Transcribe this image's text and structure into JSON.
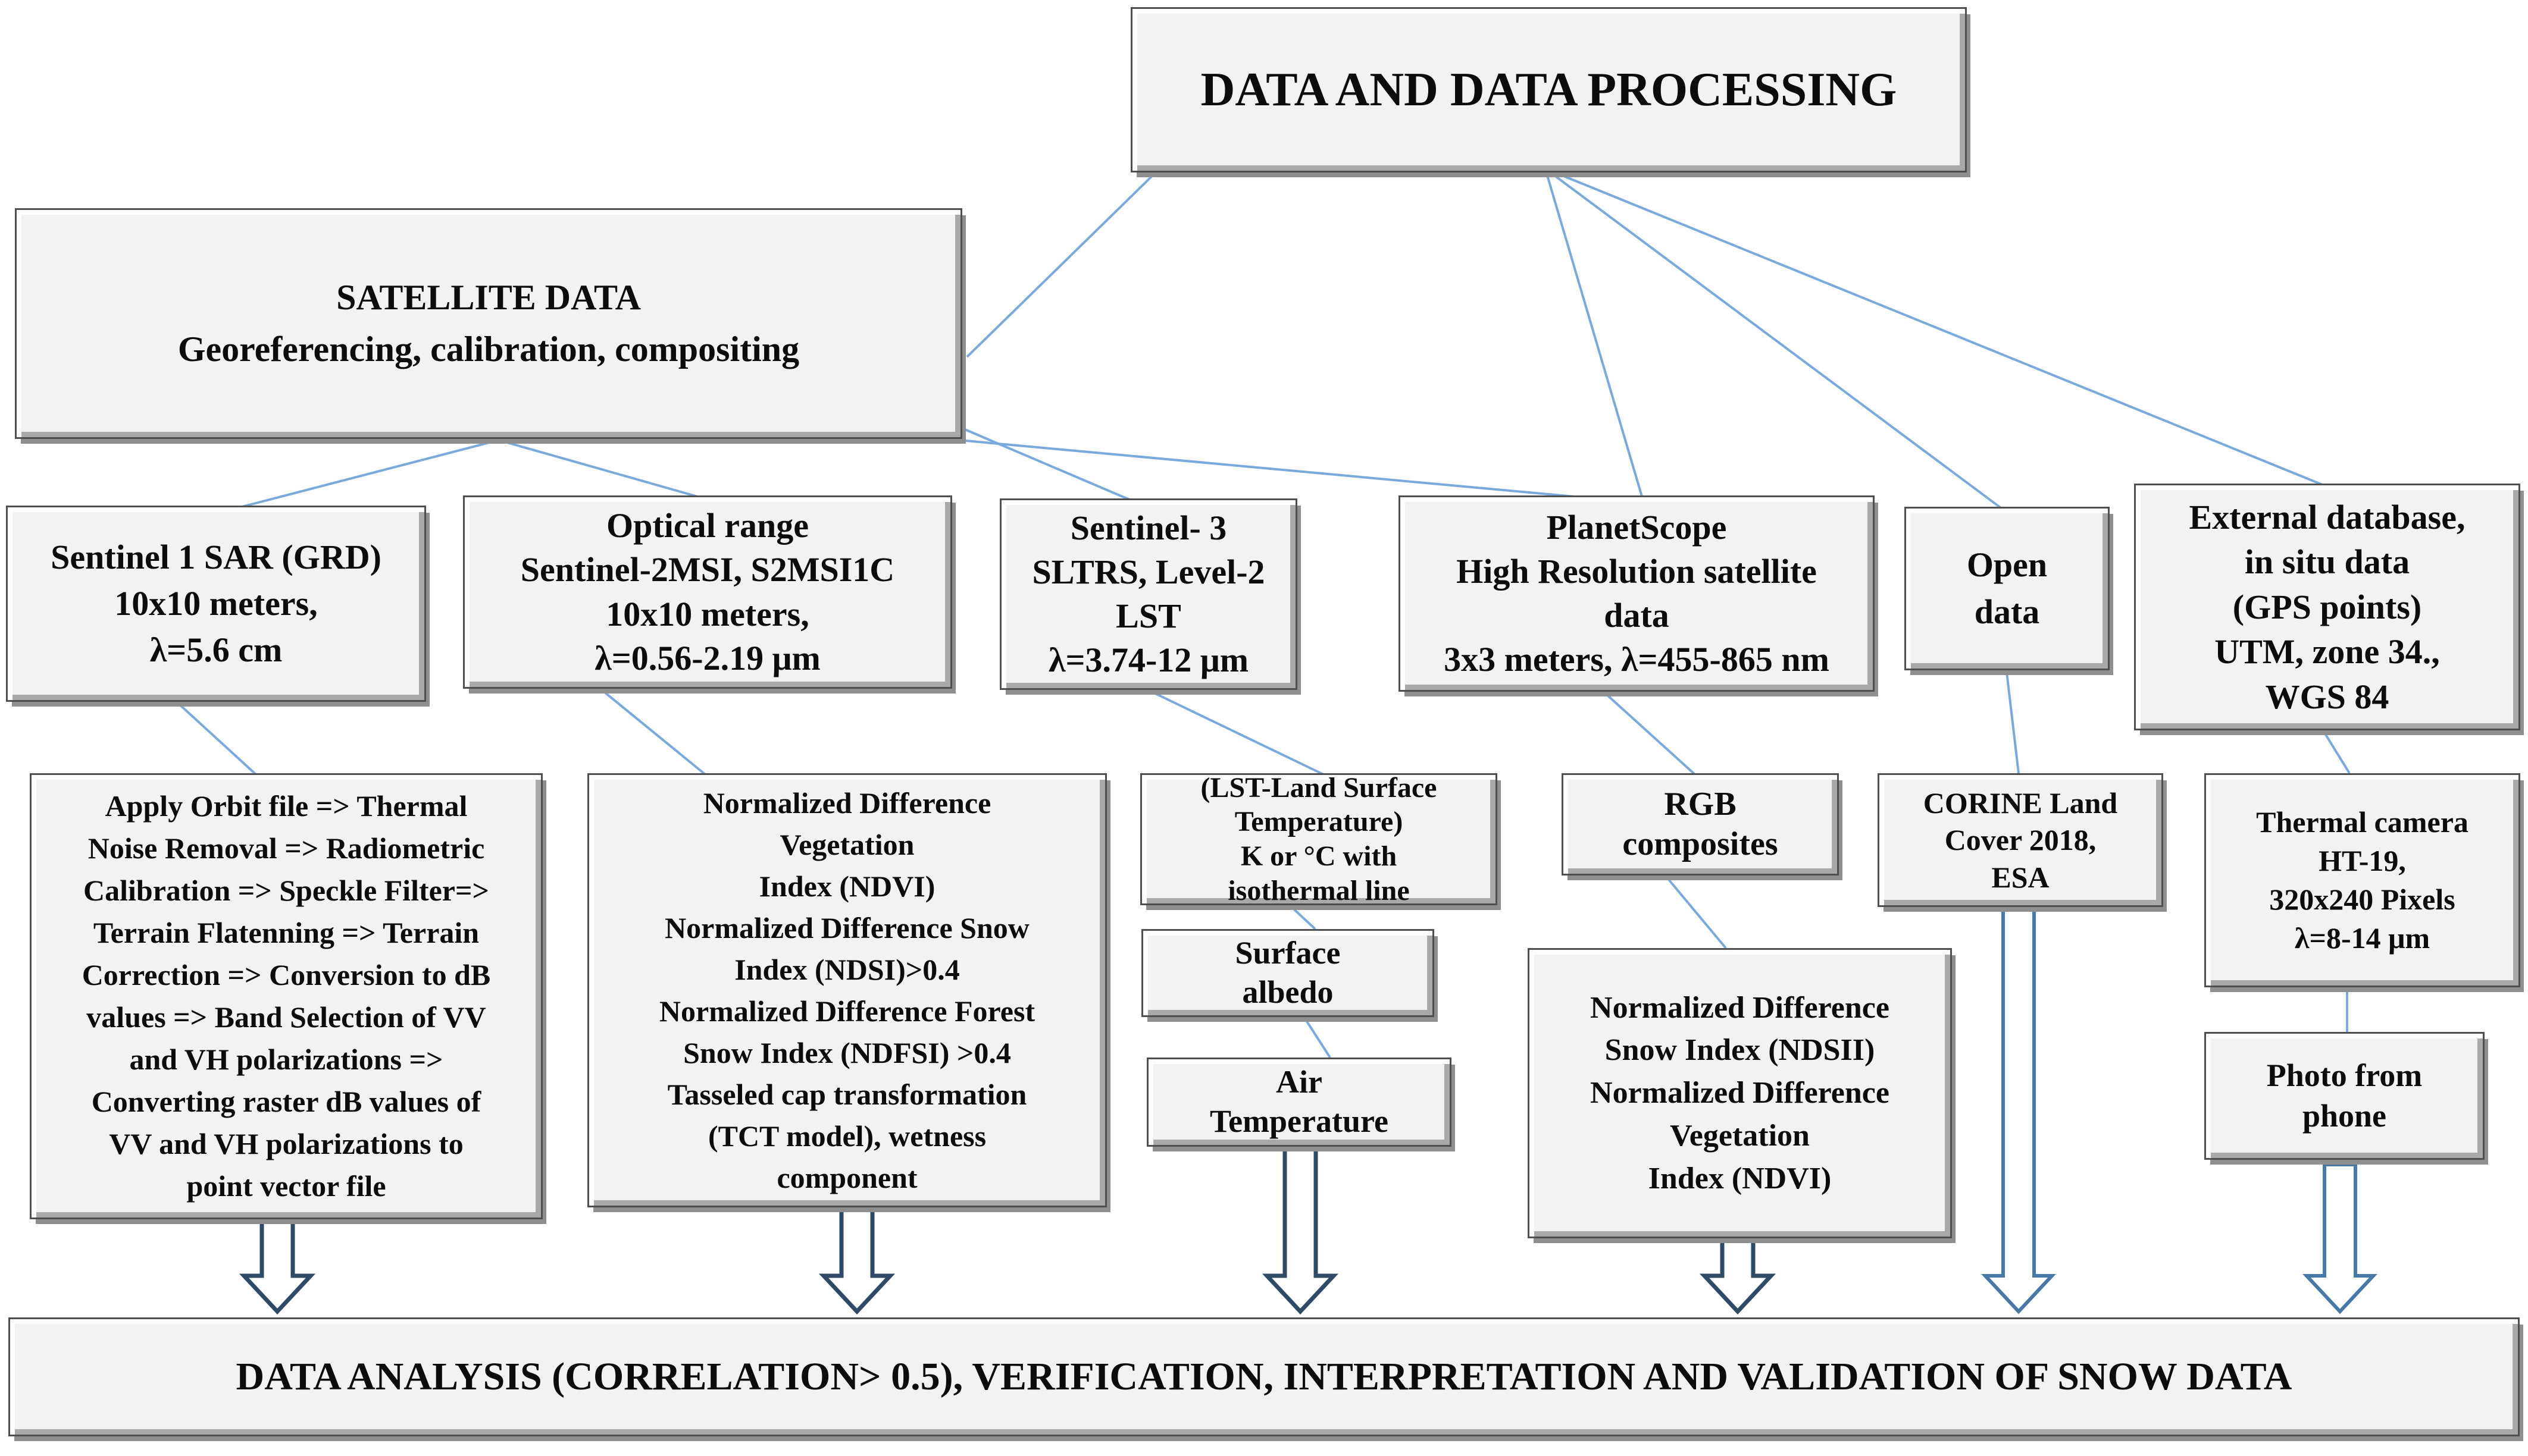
{
  "colors": {
    "connector_line": "#7aa9dc",
    "arrow_outline_dark": "#2e4a66",
    "arrow_outline_light": "#4878a8",
    "box_fill": "#f2f2f2",
    "box_border": "#4f4f4f",
    "text": "#0c0c0c"
  },
  "nodes": {
    "title": "DATA AND DATA PROCESSING",
    "satellite_data": "SATELLITE DATA\nGeoreferencing, calibration, compositing",
    "sentinel1": "Sentinel 1 SAR (GRD)\n10x10 meters,\nλ=5.6 cm",
    "optical_range": "Optical range\nSentinel-2MSI, S2MSI1C\n10x10 meters,\nλ=0.56-2.19 μm",
    "sentinel3": "Sentinel- 3\nSLTRS, Level-2\nLST\nλ=3.74-12 μm",
    "planetscope": "PlanetScope\nHigh Resolution satellite\ndata\n3x3 meters, λ=455-865 nm",
    "open_data": "Open\ndata",
    "external_database": "External database,\nin situ data\n(GPS points)\nUTM, zone 34.,\nWGS 84",
    "sar_processing": "Apply Orbit file => Thermal\nNoise Removal => Radiometric\nCalibration => Speckle Filter=>\nTerrain Flatenning => Terrain\nCorrection => Conversion to dB\nvalues => Band Selection of VV\nand VH polarizations =>\nConverting raster dB values of\nVV and VH polarizations to\npoint vector file",
    "optical_indices": "Normalized Difference\nVegetation\nIndex (NDVI)\nNormalized Difference Snow\nIndex (NDSI)>0.4\nNormalized Difference Forest\nSnow Index (NDFSI) >0.4\nTasseled cap transformation\n(TCT model), wetness\ncomponent",
    "lst": "(LST-Land Surface\nTemperature)\nK or °C with\nisothermal line",
    "surface_albedo": "Surface\nalbedo",
    "air_temperature": "Air\nTemperature",
    "rgb_composites": "RGB\ncomposites",
    "planet_indices": "Normalized Difference\nSnow Index (NDSII)\nNormalized Difference\nVegetation\nIndex (NDVI)",
    "corine": "CORINE Land\nCover 2018,\nESA",
    "thermal_camera": "Thermal camera\nHT-19,\n320x240 Pixels\nλ=8-14 μm",
    "photo_from_phone": "Photo from\nphone",
    "data_analysis": "DATA ANALYSIS (CORRELATION> 0.5), VERIFICATION, INTERPRETATION AND VALIDATION OF SNOW DATA"
  }
}
